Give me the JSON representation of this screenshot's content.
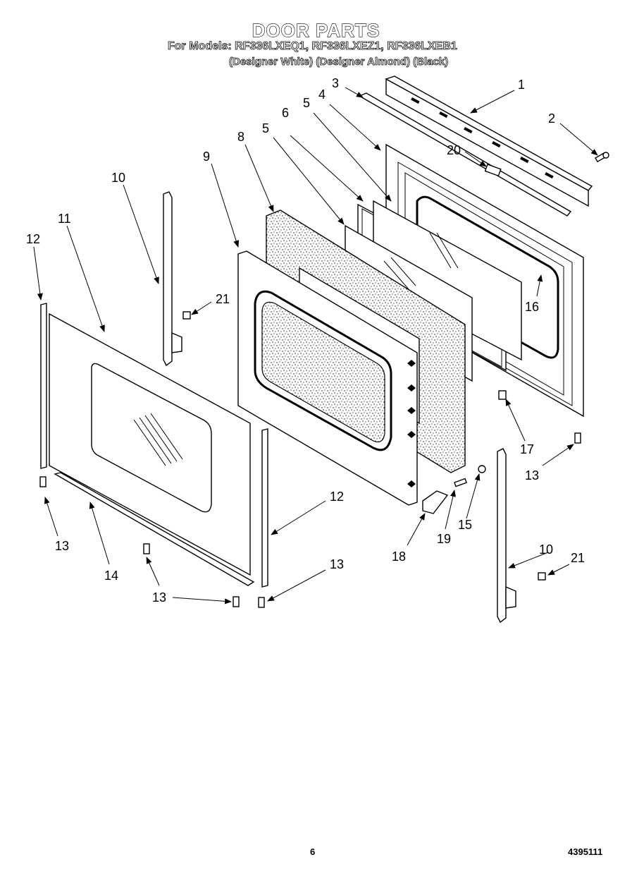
{
  "header": {
    "title": "DOOR PARTS",
    "models": "For Models: RF336LXEQ1, RF336LXEZ1, RF336LXEB1",
    "variants": "(Designer White) (Designer Almond) (Black)"
  },
  "footer": {
    "page": "6",
    "code": "4395111"
  },
  "callouts": {
    "c1": "1",
    "c2": "2",
    "c3": "3",
    "c4": "4",
    "c5a": "5",
    "c5b": "5",
    "c6": "6",
    "c8": "8",
    "c9": "9",
    "c10a": "10",
    "c10b": "10",
    "c11": "11",
    "c12a": "12",
    "c12b": "12",
    "c13a": "13",
    "c13b": "13",
    "c13c": "13",
    "c13d": "13",
    "c14": "14",
    "c15": "15",
    "c16": "16",
    "c17": "17",
    "c18": "18",
    "c19": "19",
    "c20": "20",
    "c21a": "21",
    "c21b": "21"
  }
}
